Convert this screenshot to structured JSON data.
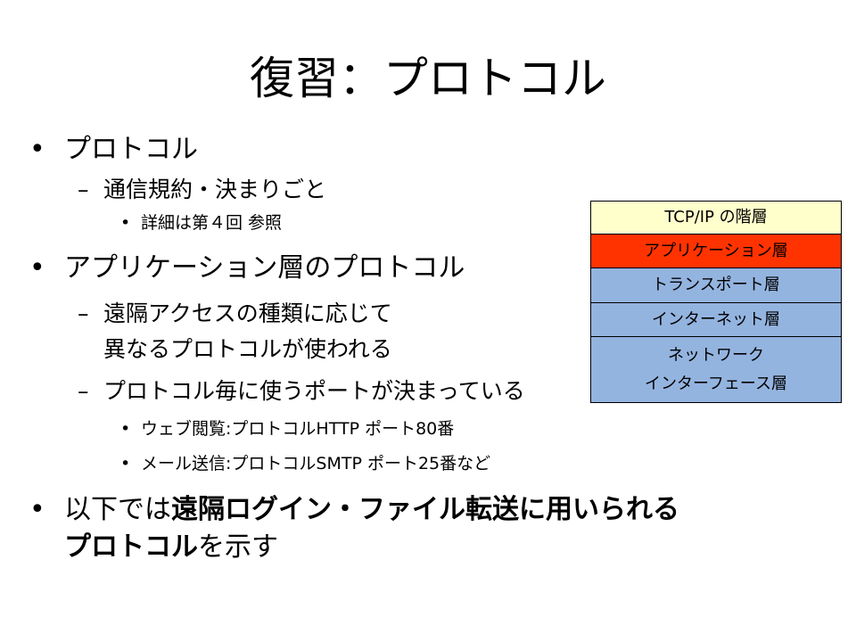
{
  "title": "復習：プロトコル",
  "bullets": {
    "b1": "プロトコル",
    "b1_sub1": "通信規約・決まりごと",
    "b1_sub1_note": "詳細は第４回 参照",
    "b2": "アプリケーション層のプロトコル",
    "b2_sub1_line1": "遠隔アクセスの種類に応じて",
    "b2_sub1_line2": "異なるプロトコルが使われる",
    "b2_sub2": "プロトコル毎に使うポートが決まっている",
    "b2_sub2_ex1": "ウェブ閲覧:プロトコルHTTP ポート80番",
    "b2_sub2_ex2": "メール送信:プロトコルSMTP ポート25番など",
    "b3_line1_pre": "以下では",
    "b3_line1_bold": "遠隔ログイン・ファイル転送に用いられる",
    "b3_line2_bold": "プロトコル",
    "b3_line2_post": "を示す"
  },
  "markers": {
    "level1": "•",
    "level2": "–",
    "level3": "•"
  },
  "layer_diagram": {
    "header": "TCP/IP の階層",
    "application": "アプリケーション層",
    "transport": "トランスポート層",
    "internet": "インターネット層",
    "network_line1": "ネットワーク",
    "network_line2": "インターフェース層",
    "colors": {
      "header": "#FFFFCC",
      "application": "#FF3300",
      "transport": "#94B4E0",
      "internet": "#94B4E0",
      "network": "#94B4E0"
    }
  }
}
